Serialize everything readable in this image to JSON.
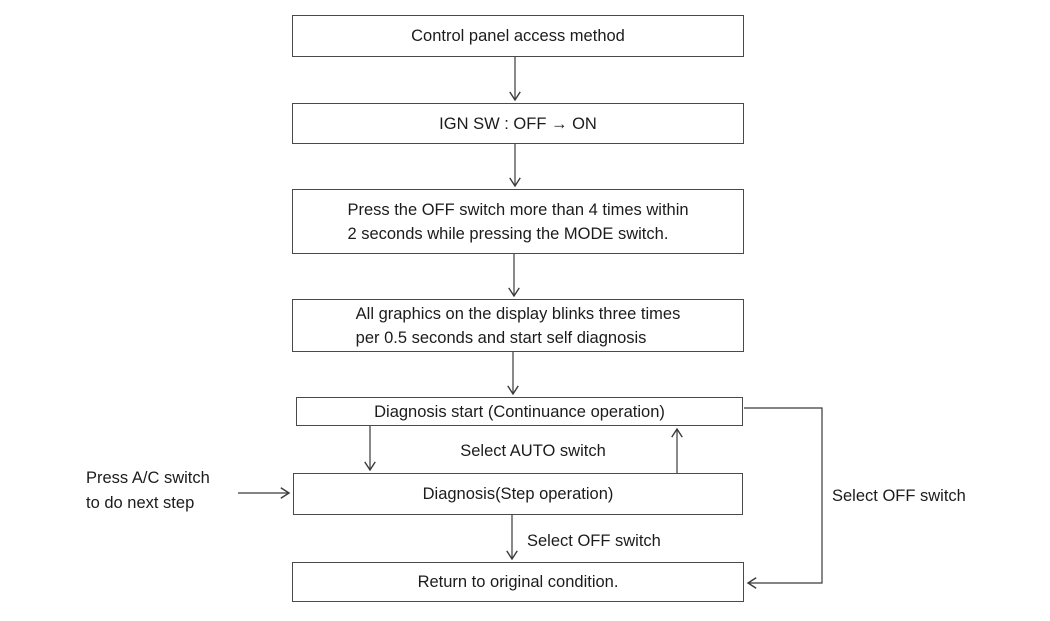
{
  "diagram": {
    "type": "flowchart",
    "boxes": [
      {
        "id": "control-panel-access",
        "label": "Control panel access method"
      },
      {
        "id": "ign-sw",
        "label": "IGN SW : OFF → ON"
      },
      {
        "id": "press-off-switch",
        "line1": "Press the OFF switch more than 4 times within",
        "line2": "2 seconds while pressing the MODE switch."
      },
      {
        "id": "graphics-blink",
        "line1": "All graphics on the display blinks three times",
        "line2": "per 0.5 seconds and start self diagnosis"
      },
      {
        "id": "diagnosis-start",
        "label": "Diagnosis start (Continuance operation)"
      },
      {
        "id": "diagnosis-step",
        "label": "Diagnosis(Step operation)"
      },
      {
        "id": "return-original",
        "label": "Return to original condition."
      }
    ],
    "edge_labels": {
      "select_auto": "Select AUTO switch",
      "select_off_step": "Select OFF switch",
      "select_off_feedback": "Select OFF switch",
      "press_ac_line1": "Press A/C switch",
      "press_ac_line2": "to do next step"
    },
    "colors": {
      "line": "#3a3a3a",
      "text": "#1c1c1c",
      "box_border": "#4a4a4a",
      "background": "#ffffff"
    }
  }
}
